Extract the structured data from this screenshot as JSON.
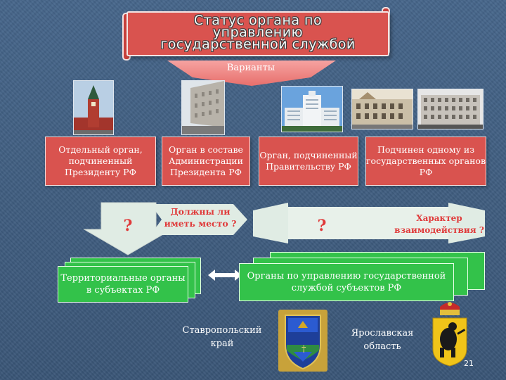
{
  "title": {
    "line1": "Статус органа по",
    "line2": "управлению",
    "line3": "государственной службой"
  },
  "variants_label": "Варианты",
  "options": [
    "Отдельный орган, подчиненный Президенту РФ",
    "Орган в составе Администрации Президента РФ",
    "Орган, подчиненный Правительству РФ",
    "Подчинен одному из государственных органов РФ"
  ],
  "question_left": "?",
  "question_middle": "?",
  "should_exist": "Должны ли иметь место ?",
  "interaction_nature": "Характер взаимодействия ?",
  "territorial_bodies": "Территориальные органы в субъектах РФ",
  "regional_bodies": "Органы по управлению государственной службой субъектов РФ",
  "stavropol": "Ставропольский край",
  "yaroslavl": "Ярославская область",
  "page_number": "21",
  "colors": {
    "accent_red": "#d9534f",
    "green": "#33c24a",
    "question_red": "#e03a3a",
    "background": "#3f5c7e"
  }
}
